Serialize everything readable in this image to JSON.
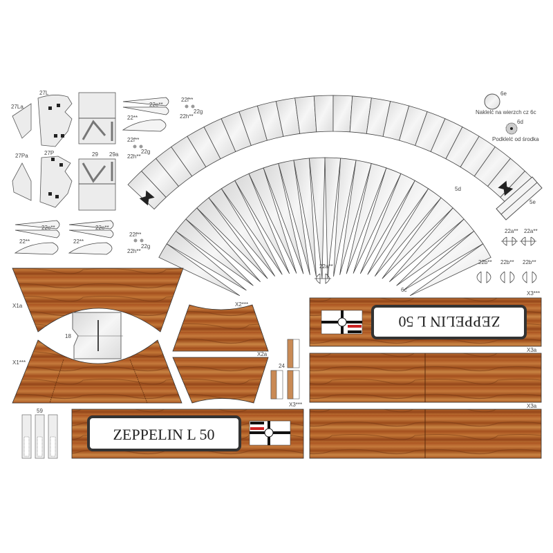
{
  "colors": {
    "wood": "#b4602a",
    "wood_dark": "#7a3a14",
    "paper_gray": "#e6e6e6",
    "outline": "#333333"
  },
  "labels": {
    "p27La": "27La",
    "p27L": "27L",
    "p27Pa": "27Pa",
    "p27P": "27P",
    "p29": "29",
    "p29a": "29a",
    "p22e_1": "22e**",
    "p22_1": "22**",
    "p22e_2": "22e**",
    "p22_2": "22**",
    "p22e_3": "22e**",
    "p22_3": "22**",
    "p22f_1": "22f**",
    "p22g_1": "22g",
    "p22h_1": "22h**",
    "p22f_2": "22f**",
    "p22g_2": "22g",
    "p22h_2": "22h**",
    "p22f_3": "22f**",
    "p22g_3": "22g",
    "p22h_3": "22h**",
    "p6e": "6e",
    "note_6e": "Naklelć na wierzch cz 6c",
    "p6d": "6d",
    "note_6d": "Podklelć od środka",
    "p5d": "5d",
    "p5e": "5e",
    "p6c": "6c",
    "p22a_1": "22a**",
    "p22a_2": "22a**",
    "p22a_3": "22a**",
    "p22b_1": "22b**",
    "p22b_2": "22b**",
    "p22b_3": "22b**",
    "pX1a": "X1a",
    "pX1": "X1***",
    "p18": "18",
    "pX2": "X2***",
    "pX2a": "X2a",
    "p24": "24",
    "pX3_top": "X3***",
    "pX3_bottom": "X3***",
    "pX3a_1": "X3a",
    "pX3a_2": "X3a",
    "p59": "59"
  },
  "nameplate": {
    "text": "ZEPPELIN L 50"
  }
}
